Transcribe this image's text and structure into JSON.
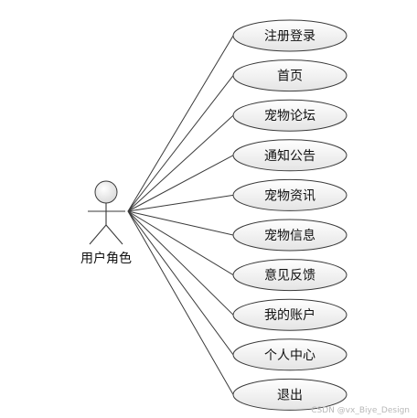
{
  "actor": {
    "label": "用户角色"
  },
  "use_cases": [
    "注册登录",
    "首页",
    "宠物论坛",
    "通知公告",
    "宠物资讯",
    "宠物信息",
    "意见反馈",
    "我的账户",
    "个人中心",
    "退出"
  ],
  "watermark": "CSDN @vx_Biye_Design",
  "colors": {
    "ellipse_top": "#ffffff",
    "ellipse_bottom": "#e4e4e4",
    "line": "#3a3a3a"
  }
}
